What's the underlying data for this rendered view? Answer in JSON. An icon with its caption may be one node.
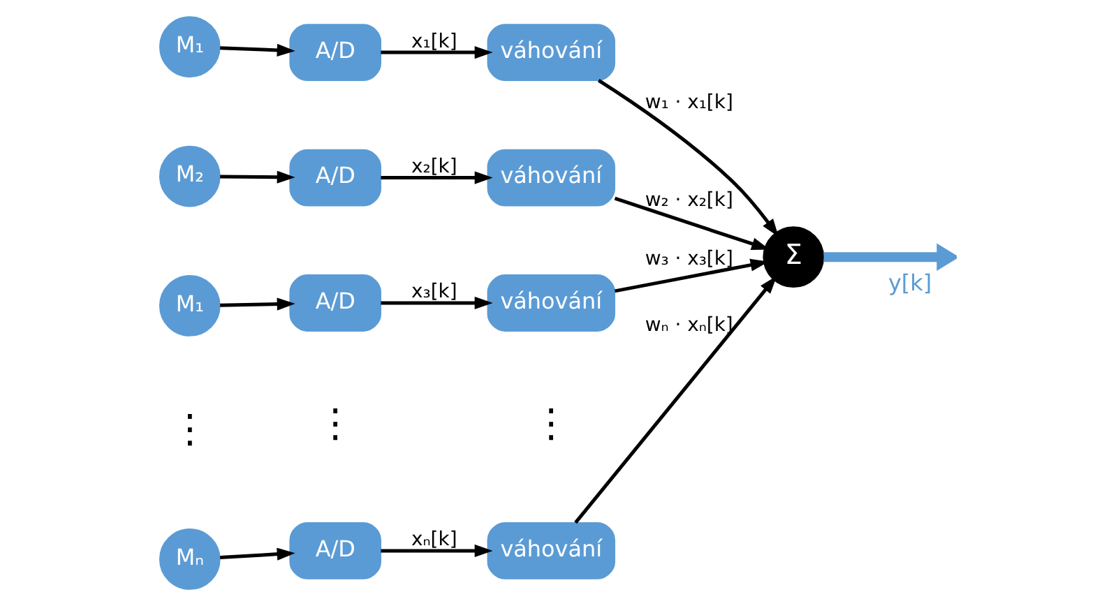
{
  "diagram": {
    "nodes": [
      {
        "text": [
          "M₁"
        ]
      },
      {
        "text": [
          "A/D"
        ]
      },
      {
        "text": [
          "váhování"
        ]
      },
      {
        "text": [
          "M₂"
        ]
      },
      {
        "text": [
          "A/D"
        ]
      },
      {
        "text": [
          "váhování"
        ]
      },
      {
        "text": [
          "M₁"
        ]
      },
      {
        "text": [
          "A/D"
        ]
      },
      {
        "text": [
          "váhování"
        ]
      },
      {
        "text": [
          "Mₙ"
        ]
      },
      {
        "text": [
          "A/D"
        ]
      },
      {
        "text": [
          "váhování"
        ]
      },
      {
        "text": [
          "Σ"
        ]
      }
    ],
    "edges": [
      {
        "from": 0,
        "to": 1,
        "arrow": "to"
      },
      {
        "from": 1,
        "to": 2,
        "arrow": "to",
        "label": "x₁[k]"
      },
      {
        "from": 2,
        "to": 12,
        "arrow": "to",
        "label": "w₁ · x₁[k]"
      },
      {
        "from": 3,
        "to": 4,
        "arrow": "to"
      },
      {
        "from": 4,
        "to": 5,
        "arrow": "to",
        "label": "x₂[k]"
      },
      {
        "from": 5,
        "to": 12,
        "arrow": "to",
        "label": "w₂ · x₂[k]"
      },
      {
        "from": 6,
        "to": 7,
        "arrow": "to"
      },
      {
        "from": 7,
        "to": 8,
        "arrow": "to",
        "label": "x₃[k]"
      },
      {
        "from": 8,
        "to": 12,
        "arrow": "to",
        "label": "w₃ · x₃[k]"
      },
      {
        "from": 9,
        "to": 10,
        "arrow": "to"
      },
      {
        "from": 10,
        "to": 11,
        "arrow": "to",
        "label": "xₙ[k]"
      },
      {
        "from": 11,
        "to": 12,
        "arrow": "to",
        "label": "wₙ · xₙ[k]"
      },
      {
        "from": 12,
        "to": null,
        "arrow": "to",
        "label": "y[k]",
        "style": "thick",
        "color": "#5b9bd5"
      }
    ],
    "labels": [
      "⋮",
      "⋮",
      "⋮"
    ]
  }
}
